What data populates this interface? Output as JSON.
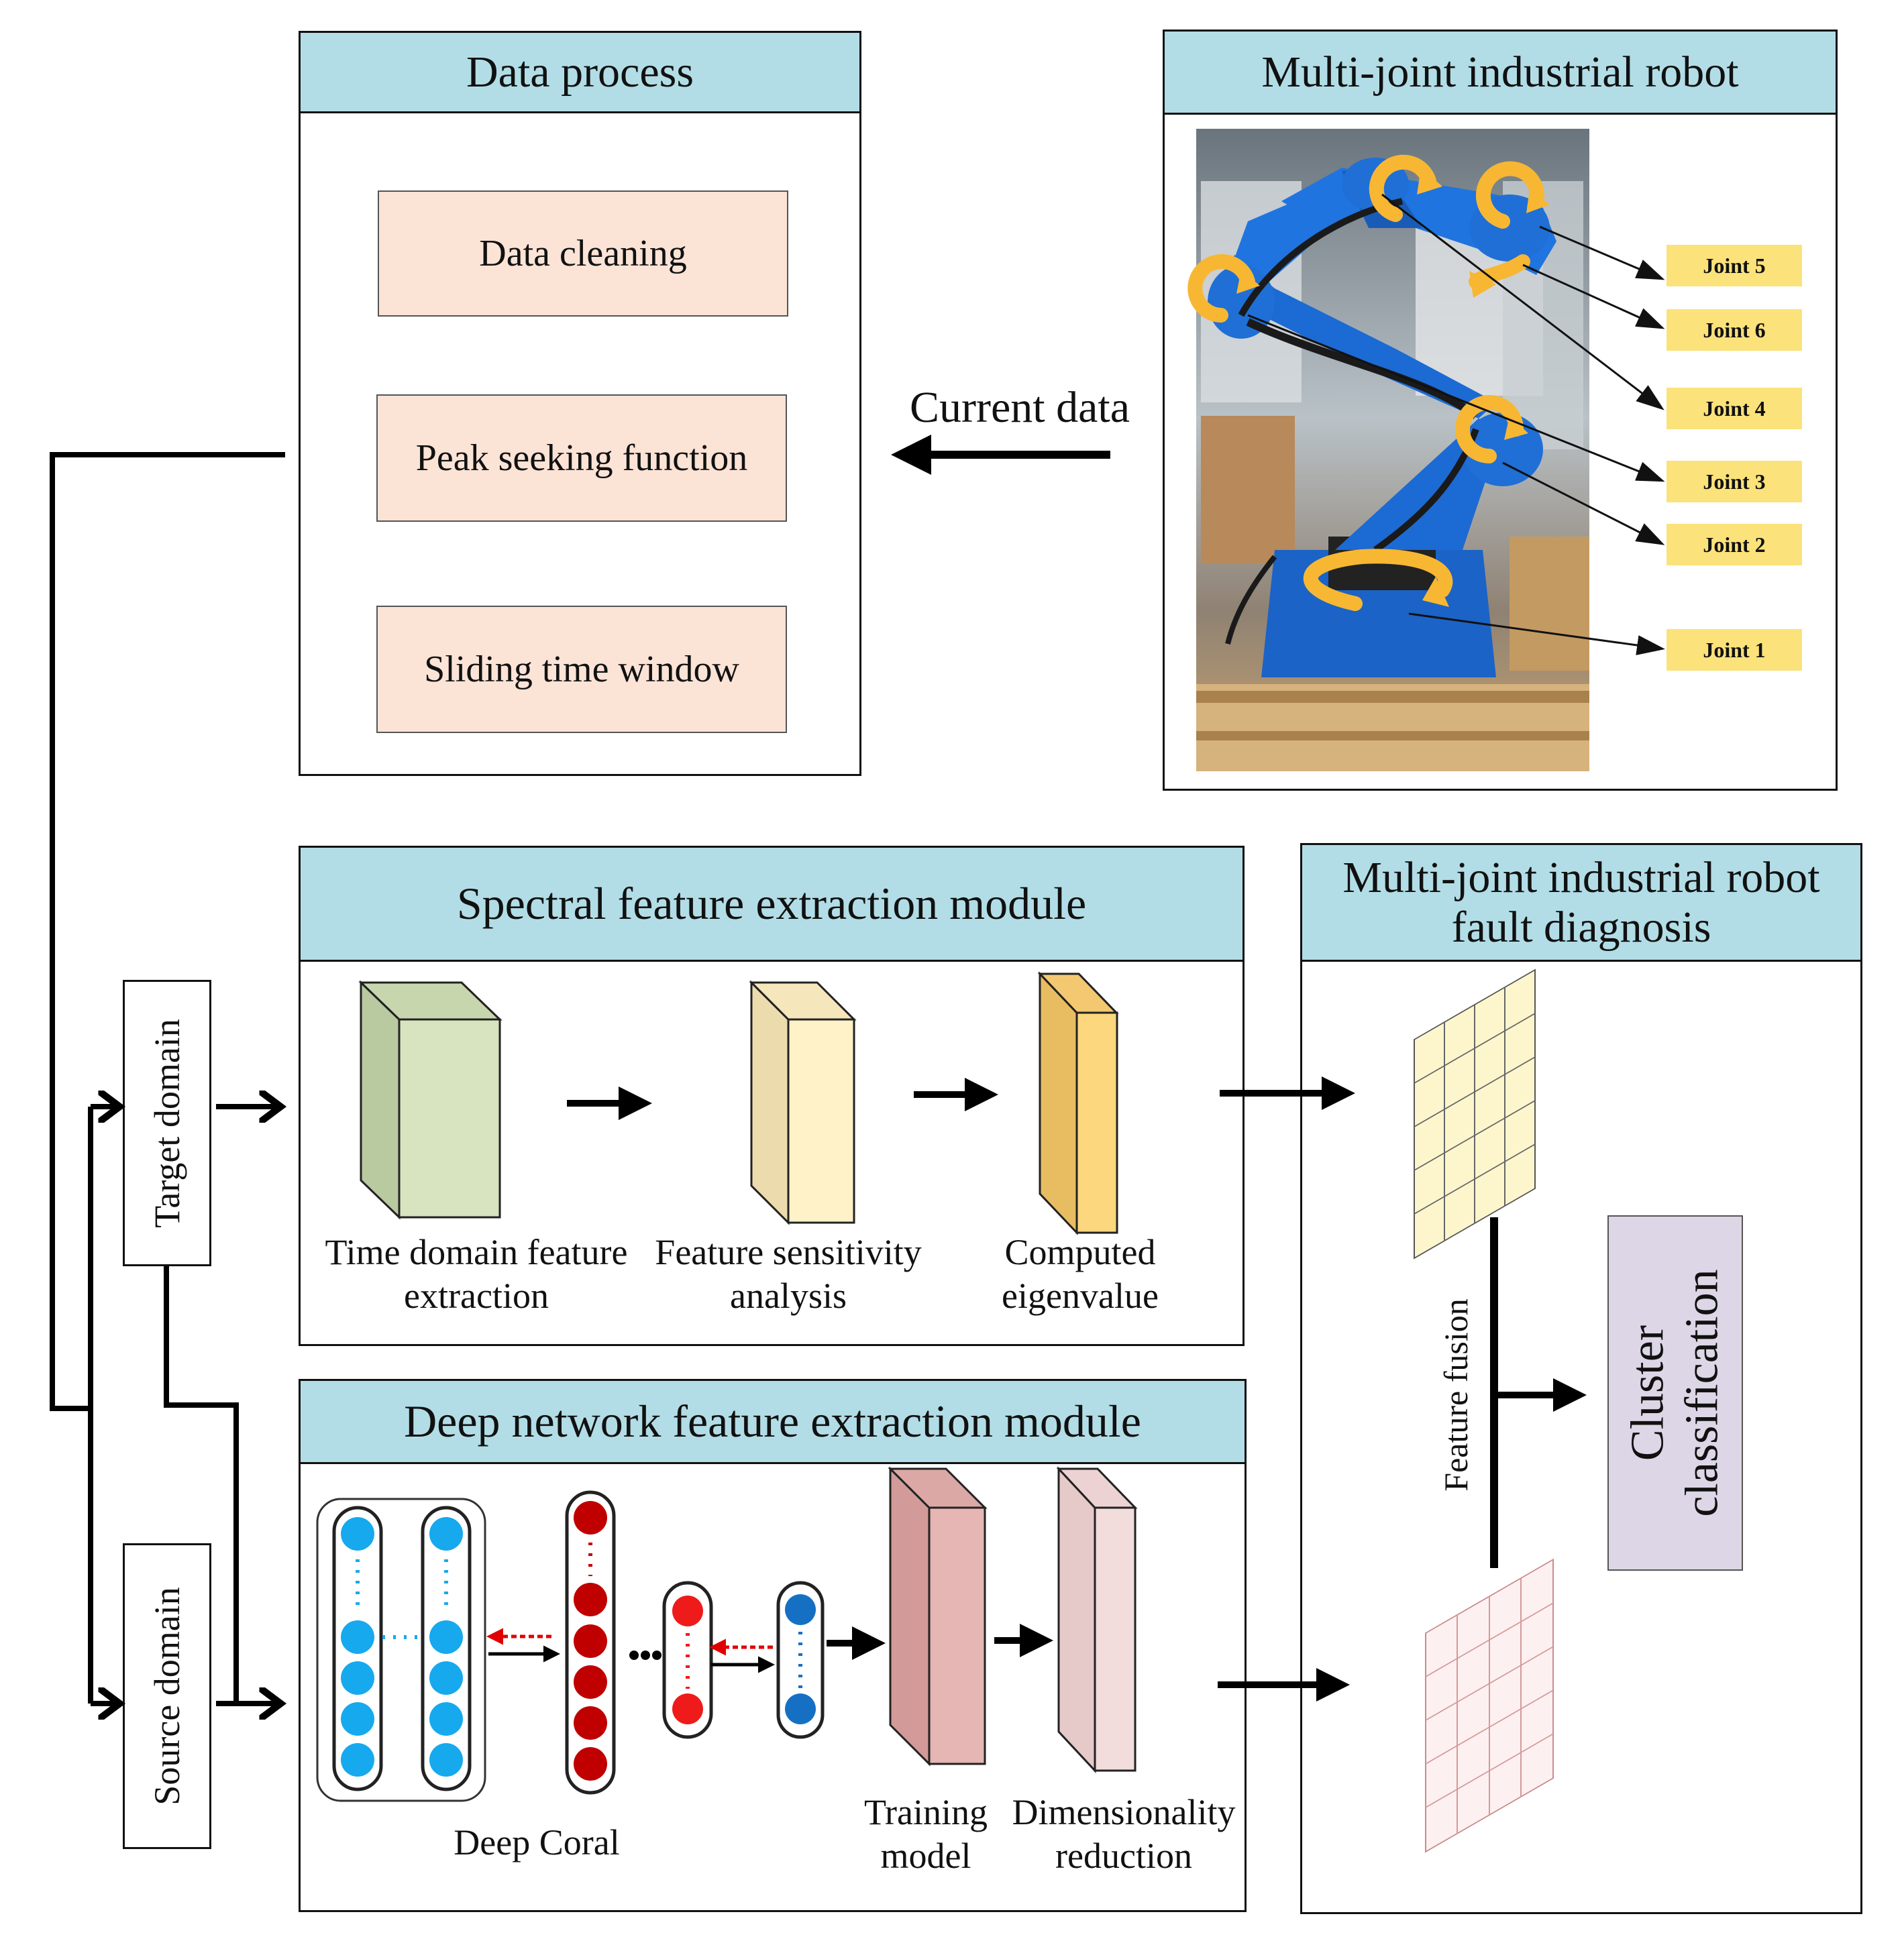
{
  "data_process": {
    "title": "Data process",
    "steps": [
      "Data cleaning",
      "Peak seeking function",
      "Sliding time window"
    ]
  },
  "robot_panel": {
    "title": "Multi-joint industrial robot",
    "joints": [
      "Joint 5",
      "Joint 6",
      "Joint 4",
      "Joint 3",
      "Joint 2",
      "Joint 1"
    ]
  },
  "current_data_label": "Current data",
  "domains": {
    "target": "Target domain",
    "source": "Source domain"
  },
  "spectral_module": {
    "title": "Spectral feature extraction module",
    "captions": [
      [
        "Time domain feature",
        "extraction"
      ],
      [
        "Feature sensitivity",
        "analysis"
      ],
      [
        "Computed",
        "eigenvalue"
      ]
    ]
  },
  "deep_module": {
    "title": "Deep network feature extraction module",
    "deep_coral_label": "Deep Coral",
    "captions": [
      [
        "Training",
        "model"
      ],
      [
        "Dimensionality",
        "reduction"
      ]
    ]
  },
  "diagnosis_panel": {
    "title_lines": [
      "Multi-joint industrial robot",
      "fault diagnosis"
    ],
    "feature_fusion_label": "Feature fusion",
    "cluster_lines": [
      "Cluster",
      "classification"
    ]
  },
  "colors": {
    "header_fill": "#b2dde6",
    "process_box_fill": "#fbe3d6",
    "joint_label_fill": "#fbe27a",
    "robot_blue": "#1f6fd6",
    "green_block": "#d8e4bf",
    "cream_block": "#fff1c8",
    "yellow_block": "#fcd77e",
    "pink_block": "#e5b6b4",
    "light_pink_block": "#f2dcdc",
    "node_blue": "#16a9ee",
    "node_red": "#c00000",
    "cluster_fill": "#dcd6e6"
  }
}
